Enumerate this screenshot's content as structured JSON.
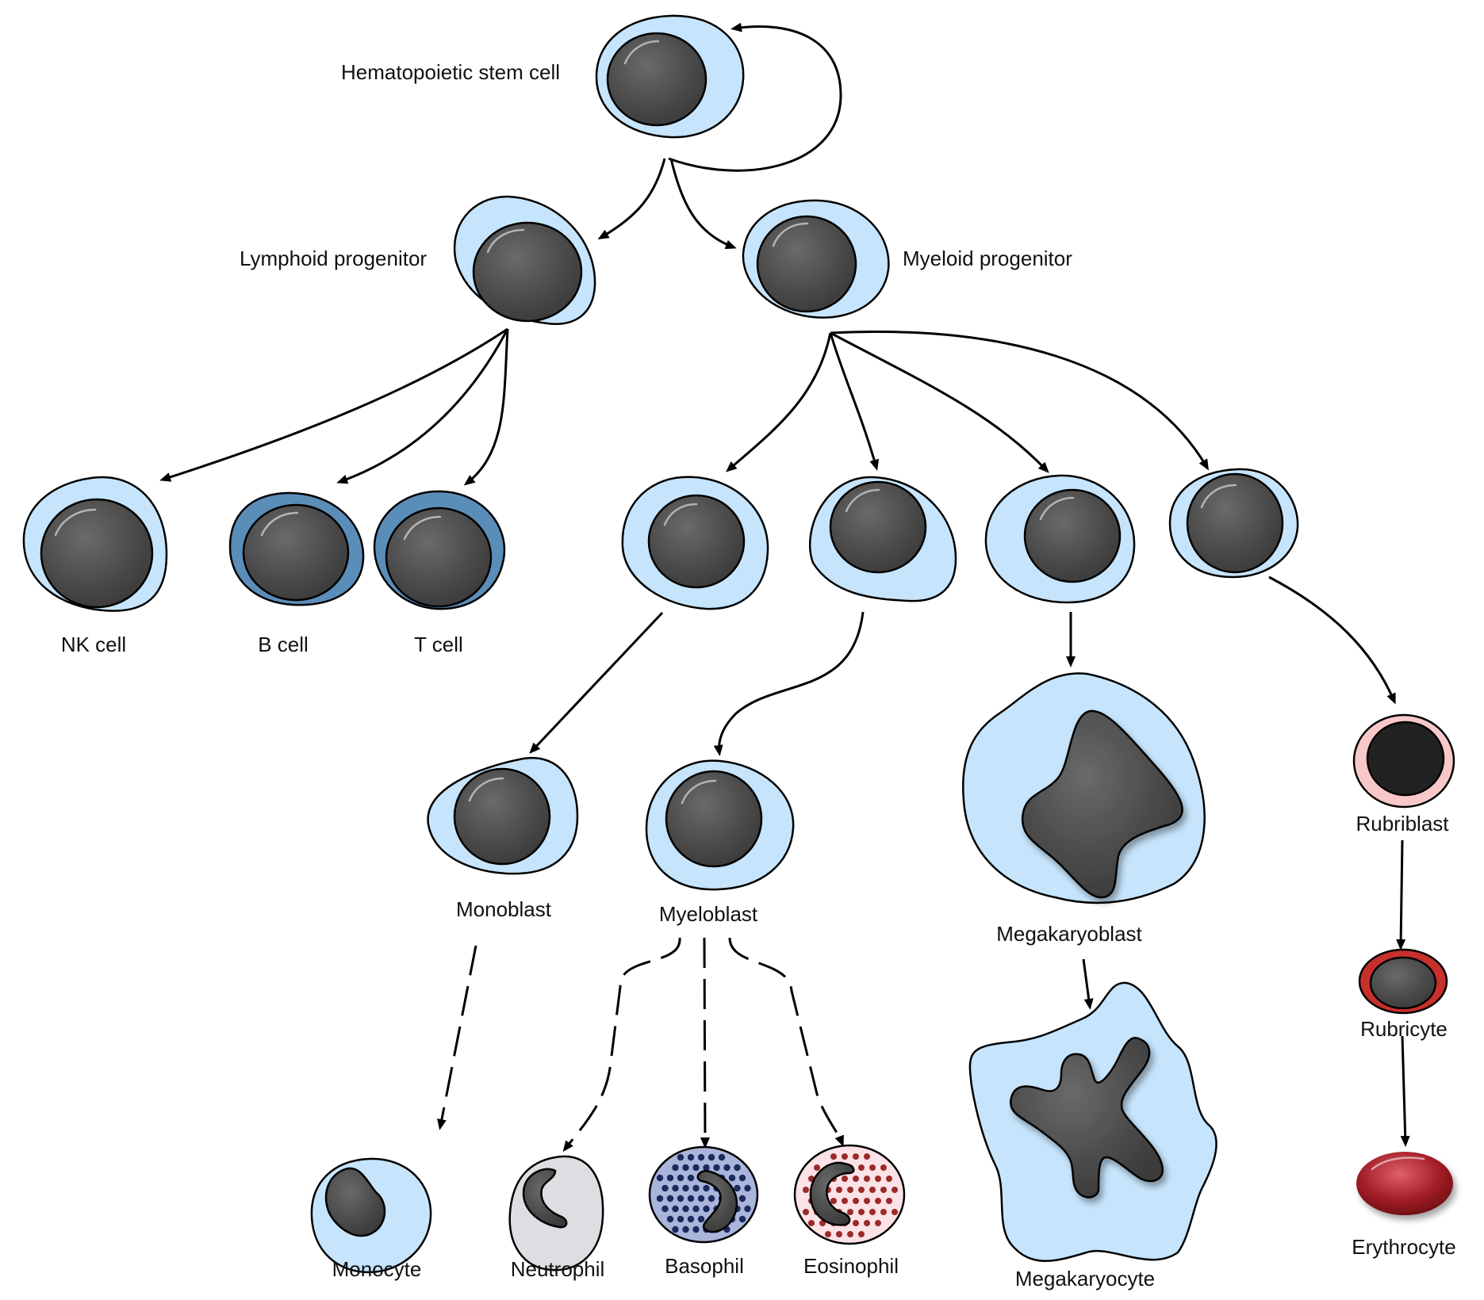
{
  "labels": {
    "hsc": "Hematopoietic stem cell",
    "lymphoid": "Lymphoid progenitor",
    "myeloid": "Myeloid progenitor",
    "nk": "NK cell",
    "b": "B cell",
    "t": "T cell",
    "monoblast": "Monoblast",
    "myeloblast": "Myeloblast",
    "megakaryoblast": "Megakaryoblast",
    "rubriblast": "Rubriblast",
    "rubricyte": "Rubricyte",
    "monocyte": "Monocyte",
    "neutrophil": "Neutrophil",
    "basophil": "Basophil",
    "eosinophil": "Eosinophil",
    "megakaryocyte": "Megakaryocyte",
    "erythrocyte": "Erythrocyte"
  },
  "colors": {
    "cytoplasm": "#c6e4fb",
    "lymphocyte": "#5b8db9",
    "nucleus": "#4a4a4a",
    "rubriblast": "#f8c8c8",
    "rubricyte": "#c8302c",
    "erythrocyte": "#a01d26",
    "neutrophil": "#dcdee2",
    "basophil": "#aab5dc",
    "basophil_granule": "#1c2a5e",
    "eosinophil": "#fbe2e6",
    "eosinophil_granule": "#9c2a2a"
  }
}
